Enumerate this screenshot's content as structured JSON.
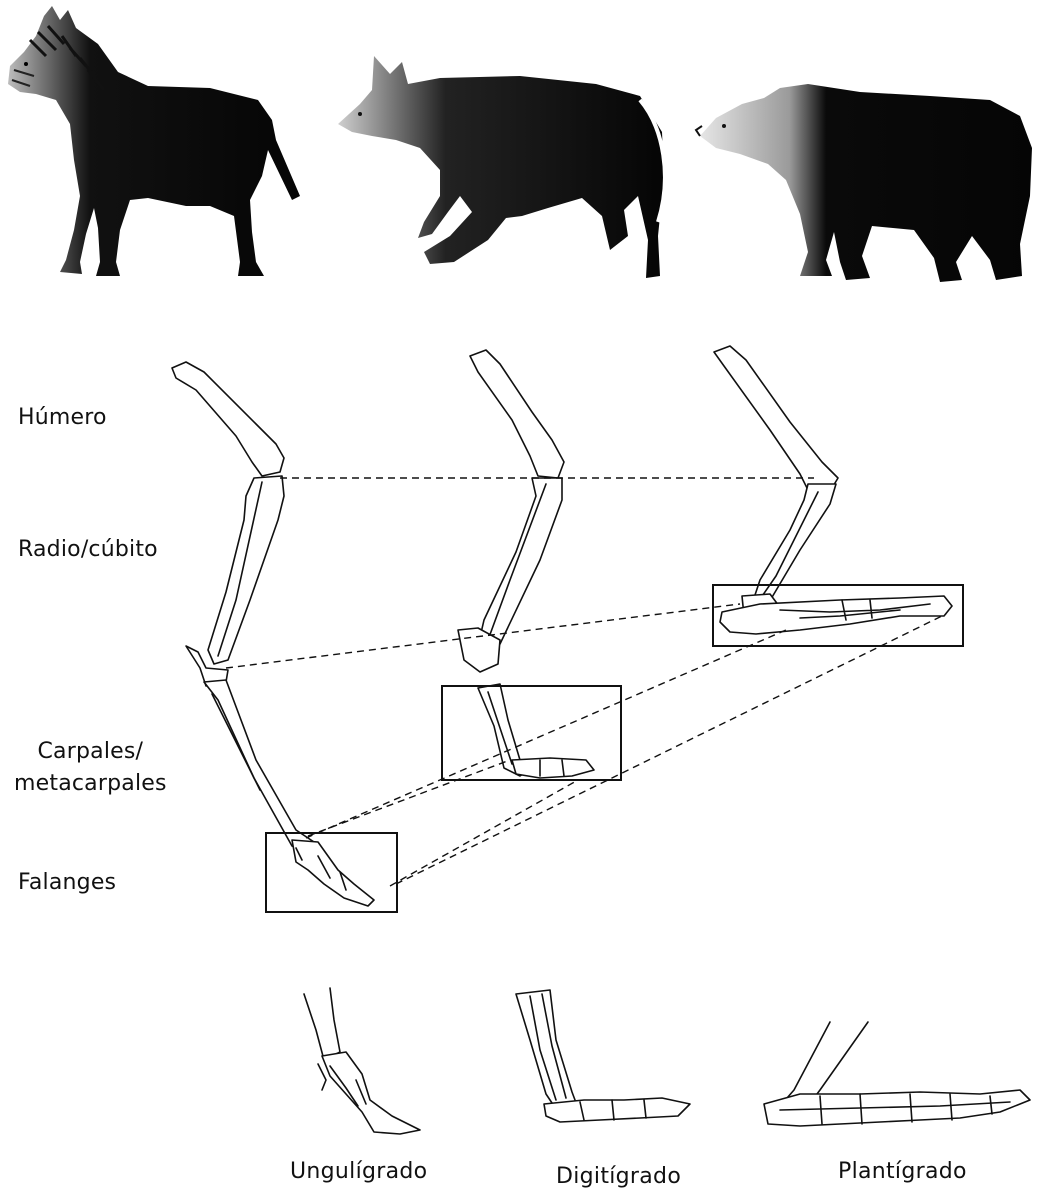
{
  "labels": {
    "humerus": "Húmero",
    "radius_ulna": "Radio/cúbito",
    "carpals_line1": "Carpales/",
    "carpals_line2": "metacarpales",
    "phalanges": "Falanges"
  },
  "captions": {
    "unguligrade": "Ungulígrado",
    "digitigrade": "Digitígrado",
    "plantigrade": "Plantígrado"
  },
  "colors": {
    "ink": "#111111",
    "silhouette": "#0a0a0a",
    "bone_fill": "#ffffff",
    "paper": "#ffffff"
  },
  "icons": {
    "animals": [
      "zebra-icon",
      "wolf-icon",
      "bear-icon"
    ]
  }
}
